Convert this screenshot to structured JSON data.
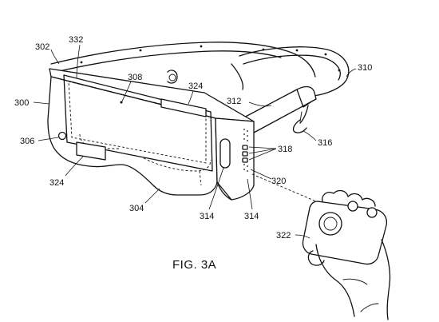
{
  "figure": {
    "caption": "FIG. 3A"
  },
  "labels": {
    "l300": "300",
    "l302": "302",
    "l332": "332",
    "l308": "308",
    "l324_top": "324",
    "l324_left": "324",
    "l306": "306",
    "l304": "304",
    "l314_a": "314",
    "l314_b": "314",
    "l312": "312",
    "l310": "310",
    "l316": "316",
    "l318": "318",
    "l320": "320",
    "l322": "322"
  }
}
